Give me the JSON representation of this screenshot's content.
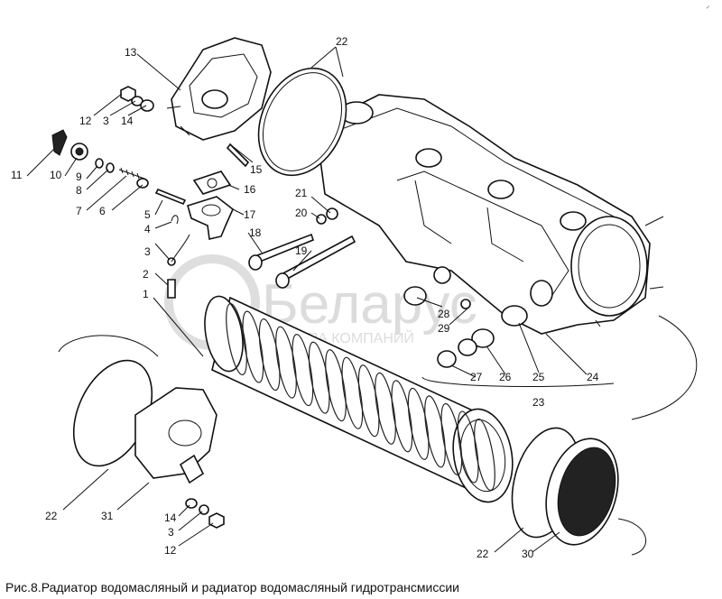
{
  "caption": "Рис.8.Радиатор водомасляный и радиатор водомасляный гидротрансмиссии",
  "watermark": {
    "brand": "Беларус",
    "sub": "ГРУППА КОМПАНИЙ"
  },
  "labels": {
    "n1": "1",
    "n2": "2",
    "n3a": "3",
    "n3b": "3",
    "n3c": "3",
    "n4": "4",
    "n5": "5",
    "n6": "6",
    "n7": "7",
    "n8": "8",
    "n9": "9",
    "n10": "10",
    "n11": "11",
    "n12a": "12",
    "n12b": "12",
    "n13": "13",
    "n14a": "14",
    "n14b": "14",
    "n15": "15",
    "n16": "16",
    "n17": "17",
    "n18": "18",
    "n19": "19",
    "n20": "20",
    "n21": "21",
    "n22a": "22",
    "n22b": "22",
    "n22c": "22",
    "n23": "23",
    "n24": "24",
    "n25": "25",
    "n26": "26",
    "n27": "27",
    "n28": "28",
    "n29": "29",
    "n30": "30",
    "n31": "31"
  },
  "corner_mark": "✓"
}
